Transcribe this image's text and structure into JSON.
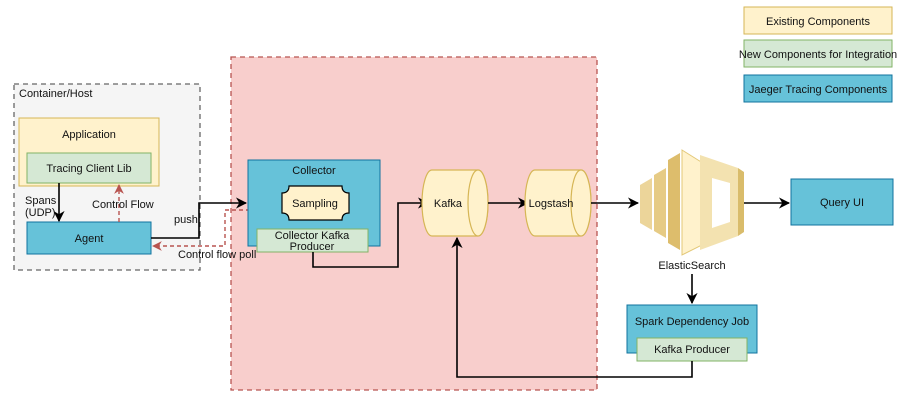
{
  "legend": {
    "existing": "Existing Components",
    "new_integration": "New Components for Integration",
    "jaeger": "Jaeger Tracing Components"
  },
  "container": {
    "title": "Container/Host",
    "application": "Application",
    "tracing_client_lib": "Tracing Client Lib",
    "agent": "Agent",
    "spans_line1": "Spans",
    "spans_line2": "(UDP)",
    "control_flow": "Control Flow"
  },
  "edges": {
    "push": "push",
    "control_flow_poll": "Control flow poll"
  },
  "collector": {
    "title": "Collector",
    "sampling": "Sampling",
    "kafka_producer_line1": "Collector Kafka",
    "kafka_producer_line2": "Producer"
  },
  "pipeline": {
    "kafka": "Kafka",
    "logstash": "Logstash",
    "elasticsearch": "ElasticSearch",
    "query_ui": "Query UI"
  },
  "spark": {
    "title": "Spark Dependency Job",
    "kafka_producer": "Kafka Producer"
  },
  "colors": {
    "existing_fill": "#fff2cc",
    "existing_stroke": "#d6b656",
    "new_fill": "#d5e8d4",
    "new_stroke": "#82b366",
    "jaeger_fill": "#66c2d9",
    "jaeger_stroke": "#10739e",
    "region_fill": "#f8cecc",
    "region_stroke": "#b85450",
    "host_fill": "#f5f5f5",
    "control_arrow": "#b85450"
  }
}
